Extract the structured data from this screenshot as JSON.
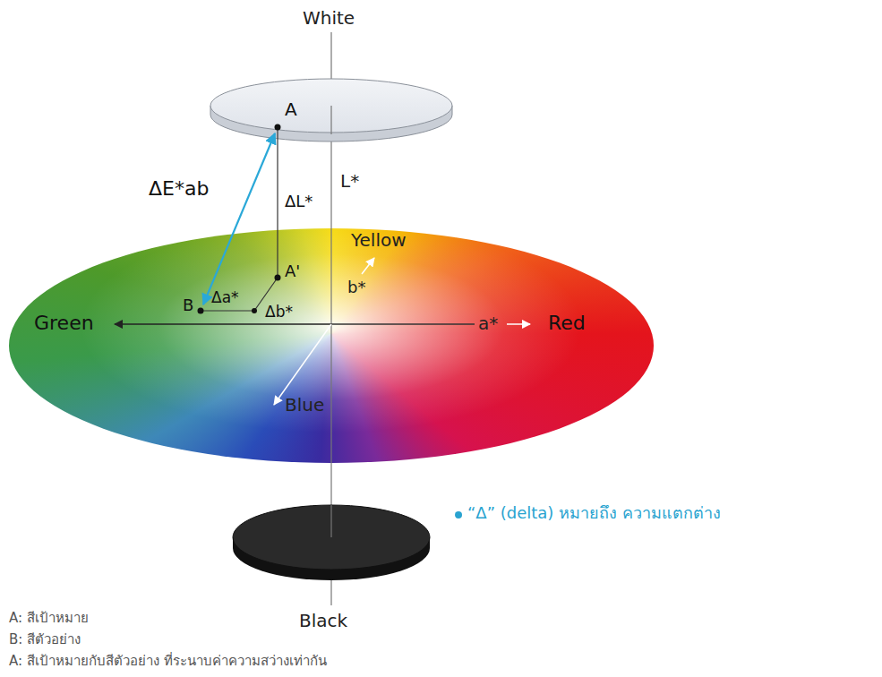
{
  "diagram": {
    "labels": [
      "White",
      "A",
      "ΔE*ab",
      "L*",
      "ΔL*",
      "Yellow",
      "A'",
      "B",
      "Δa*",
      "Δb*",
      "b*",
      "Green",
      "a*",
      "Red",
      "Blue",
      "“Δ” (delta) หมายถึง ความแตกต่าง",
      "Black",
      "A: สีเป้าหมาย",
      "B: สีตัวอย่าง",
      "A: สีเป้าหมายกับสีตัวอย่าง ที่ระนาบค่าความสว่างเท่ากัน"
    ]
  }
}
